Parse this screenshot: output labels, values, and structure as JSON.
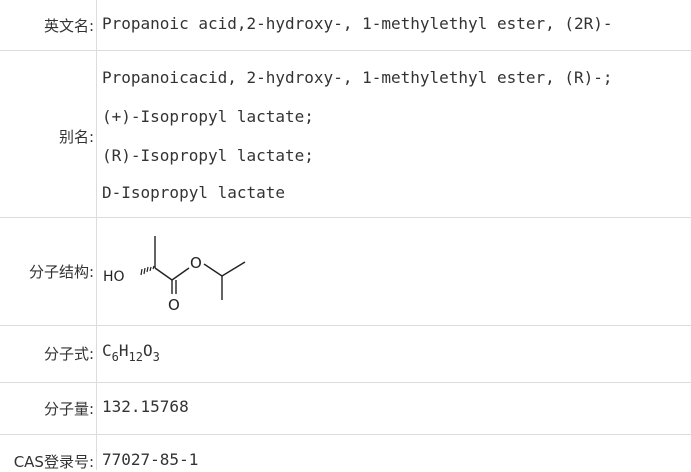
{
  "rows": {
    "english_name": {
      "label": "英文名:",
      "value": "Propanoic acid,2-hydroxy-, 1-methylethyl ester, (2R)-"
    },
    "alias": {
      "label": "别名:",
      "lines": [
        "Propanoicacid, 2-hydroxy-, 1-methylethyl ester, (R)-;",
        "(+)-Isopropyl lactate;",
        "(R)-Isopropyl lactate;",
        "D-Isopropyl lactate"
      ]
    },
    "structure": {
      "label": "分子结构:",
      "atoms": {
        "ho": "HO",
        "o_ester": "O",
        "o_carbonyl": "O"
      }
    },
    "formula": {
      "label": "分子式:",
      "parts": [
        {
          "el": "C",
          "n": "6"
        },
        {
          "el": "H",
          "n": "12"
        },
        {
          "el": "O",
          "n": "3"
        }
      ]
    },
    "mol_weight": {
      "label": "分子量:",
      "value": "132.15768"
    },
    "cas": {
      "label": "CAS登录号:",
      "value": "77027-85-1"
    }
  },
  "colors": {
    "text": "#333333",
    "border": "#dcdcdc"
  }
}
